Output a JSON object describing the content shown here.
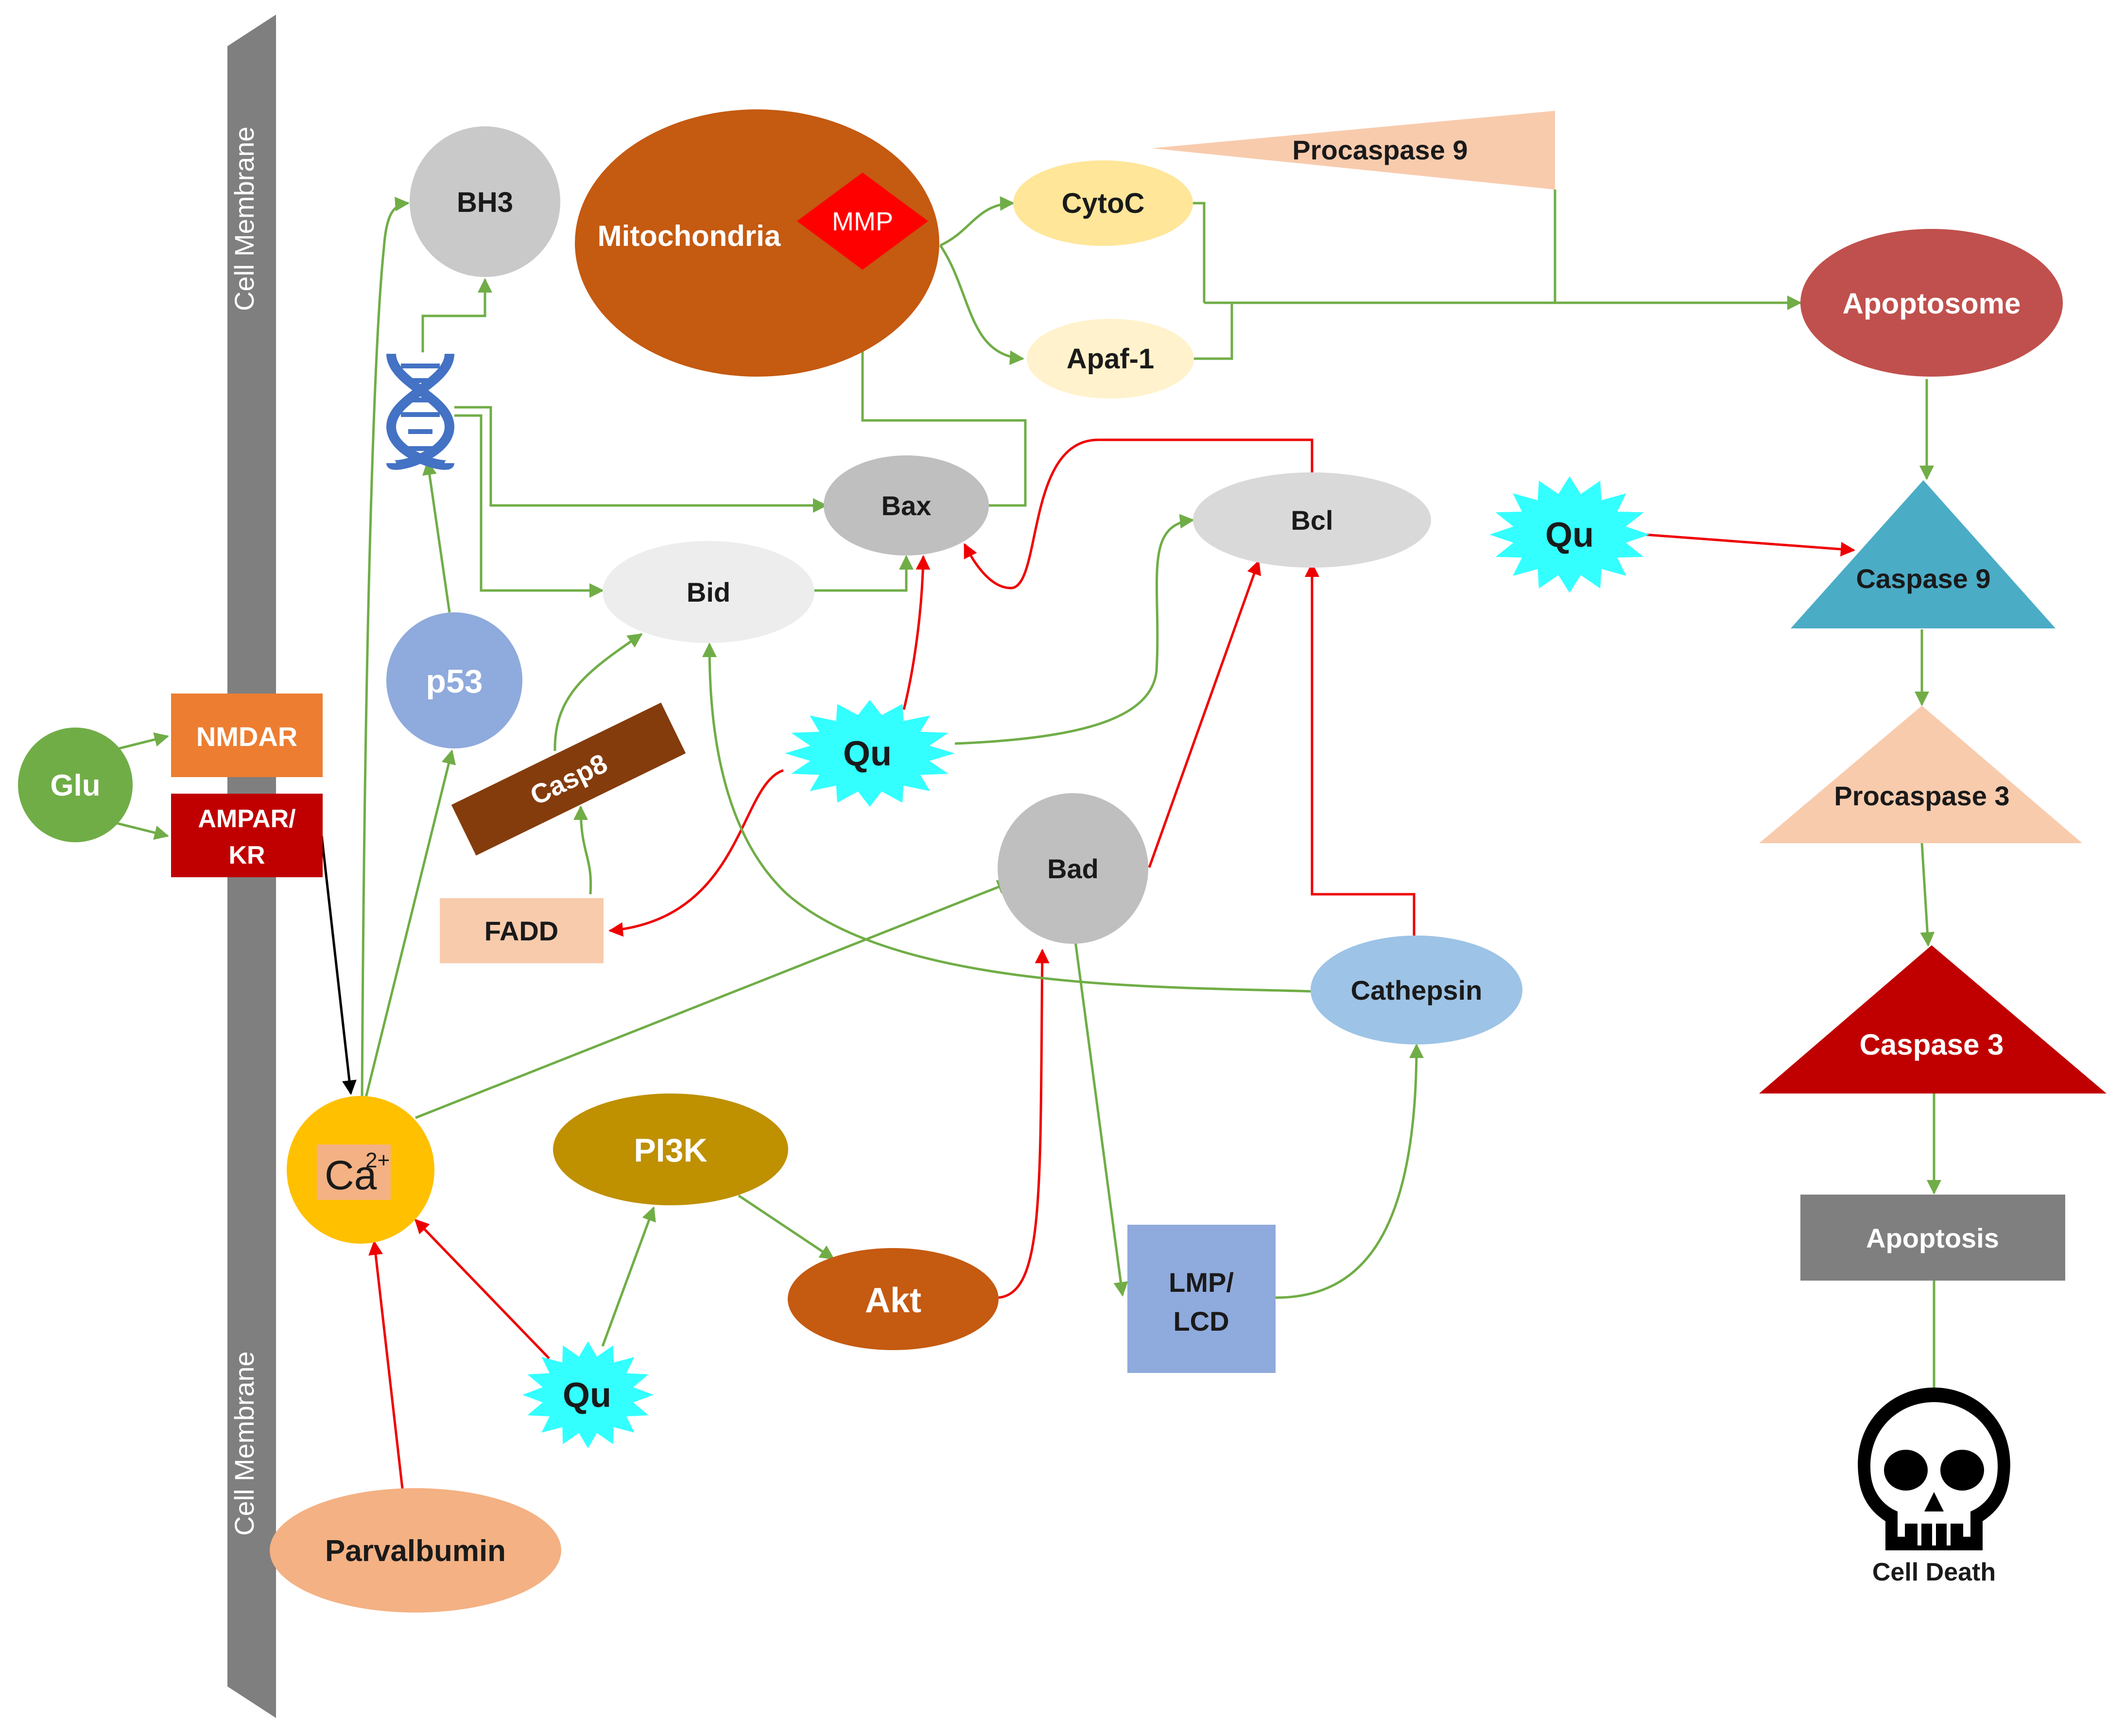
{
  "colors": {
    "activation": "#70ad47",
    "inhibition": "#ee0000",
    "membrane": "#7f7f7f"
  },
  "membrane": {
    "label_top": "Cell Membrane",
    "label_bottom": "Cell Membrane"
  },
  "nodes": {
    "glu": "Glu",
    "nmdar": "NMDAR",
    "ampar_1": "AMPAR/",
    "ampar_2": "KR",
    "ca_base": "Ca",
    "ca_sup": "2+",
    "parvalbumin": "Parvalbumin",
    "bh3": "BH3",
    "p53": "p53",
    "mitochondria": "Mitochondria",
    "mmp": "MMP",
    "cytoc": "CytoC",
    "apaf1": "Apaf-1",
    "procaspase9": "Procaspase 9",
    "apoptosome": "Apoptosome",
    "bax": "Bax",
    "bid": "Bid",
    "bcl": "Bcl",
    "casp8": "Casp8",
    "fadd": "FADD",
    "bad": "Bad",
    "cathepsin": "Cathepsin",
    "pi3k": "PI3K",
    "akt": "Akt",
    "lmp_1": "LMP/",
    "lmp_2": "LCD",
    "qu_center": "Qu",
    "qu_bottom": "Qu",
    "qu_right": "Qu",
    "caspase9": "Caspase 9",
    "procaspase3": "Procaspase 3",
    "caspase3": "Caspase 3",
    "apoptosis": "Apoptosis",
    "cell_death": "Cell Death"
  },
  "icons": {
    "dna": "dna-helix-icon",
    "skull": "skull-icon"
  }
}
